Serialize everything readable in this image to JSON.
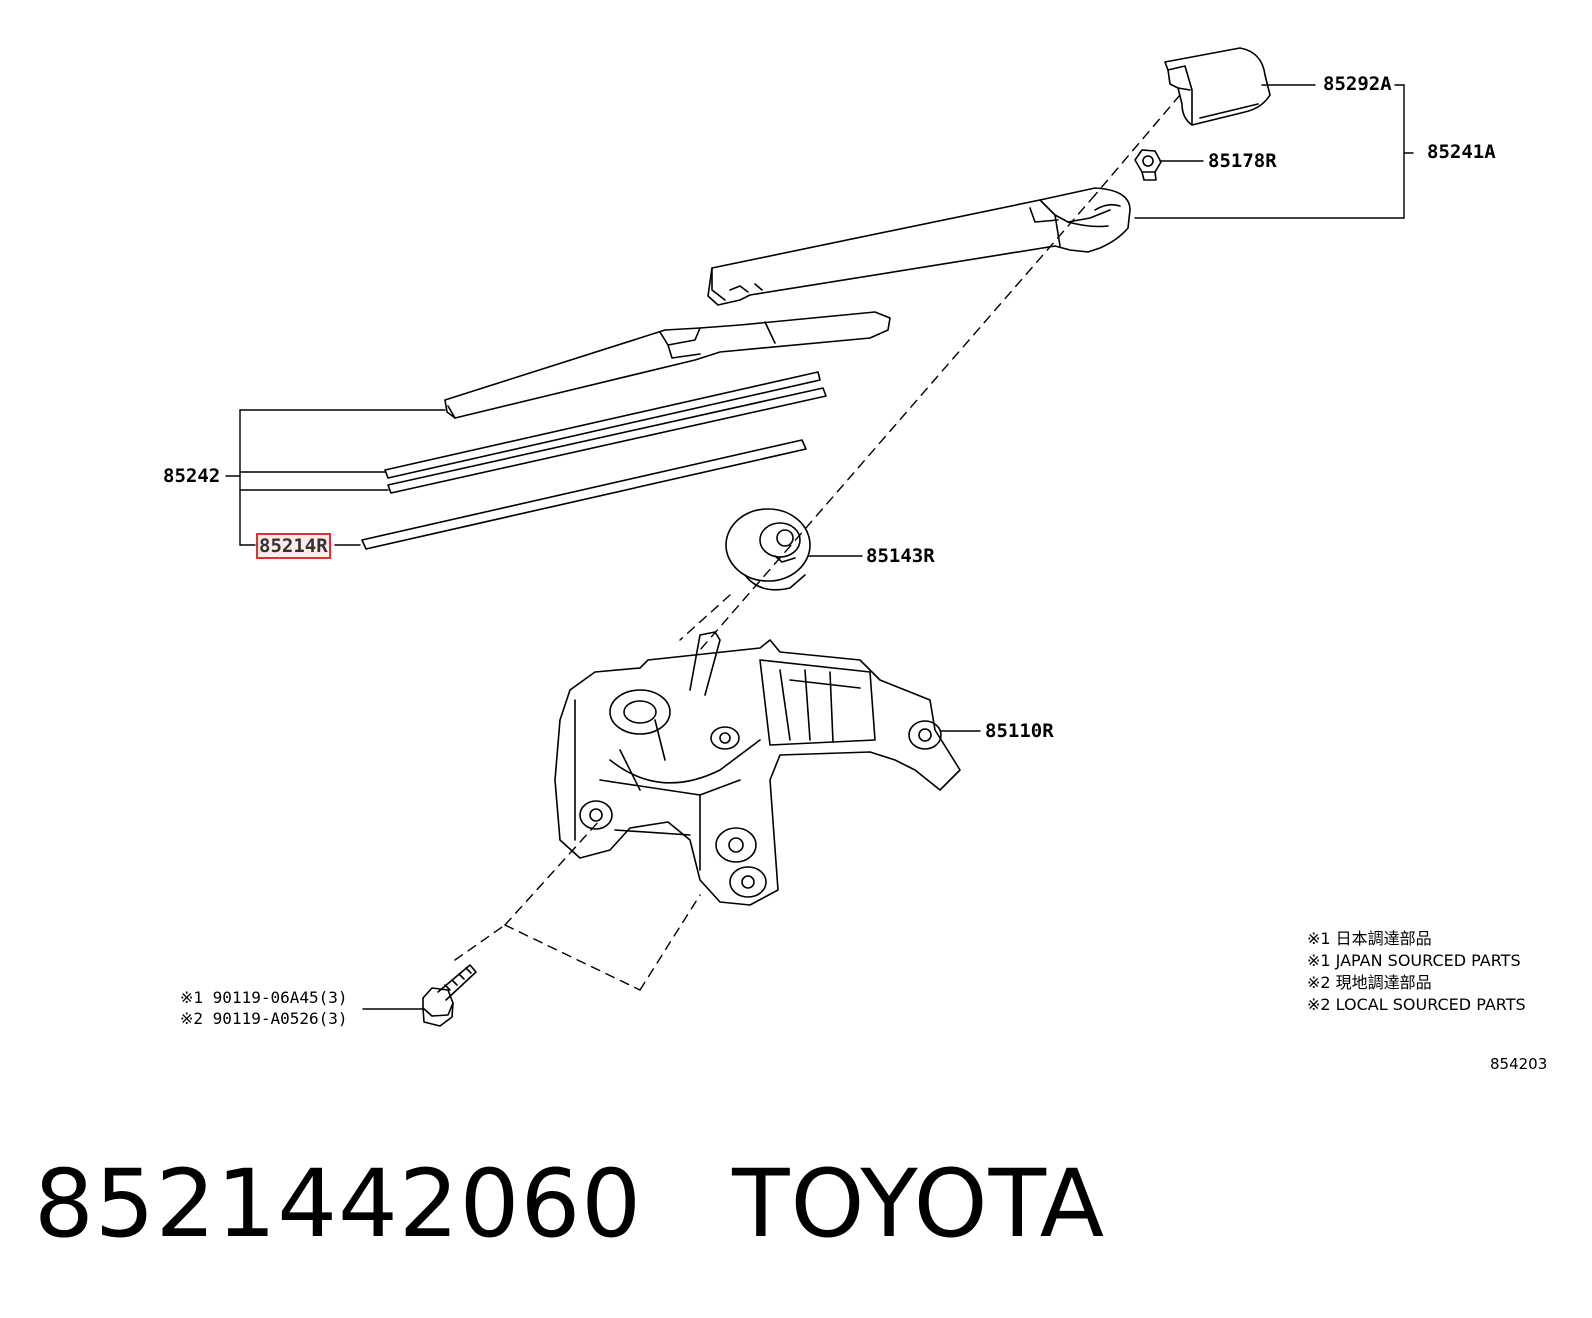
{
  "parts": {
    "p85292A": "85292A",
    "p85241A": "85241A",
    "p85178R": "85178R",
    "p85242": "85242",
    "p85214R": "85214R",
    "p85143R": "85143R",
    "p85110R": "85110R"
  },
  "fasteners": {
    "line1": "※1 90119-06A45(3)",
    "line2": "※2 90119-A0526(3)"
  },
  "legend": {
    "line1": "※1 日本調達部品",
    "line2": "※1 JAPAN SOURCED PARTS",
    "line3": "※2 現地調達部品",
    "line4": "※2 LOCAL SOURCED PARTS"
  },
  "illustration_code": "854203",
  "footer": {
    "part_number": "8521442060",
    "brand": "TOYOTA"
  },
  "colors": {
    "line": "#000000",
    "highlight_border": "#e03030",
    "highlight_fill": "#fdeaea"
  }
}
